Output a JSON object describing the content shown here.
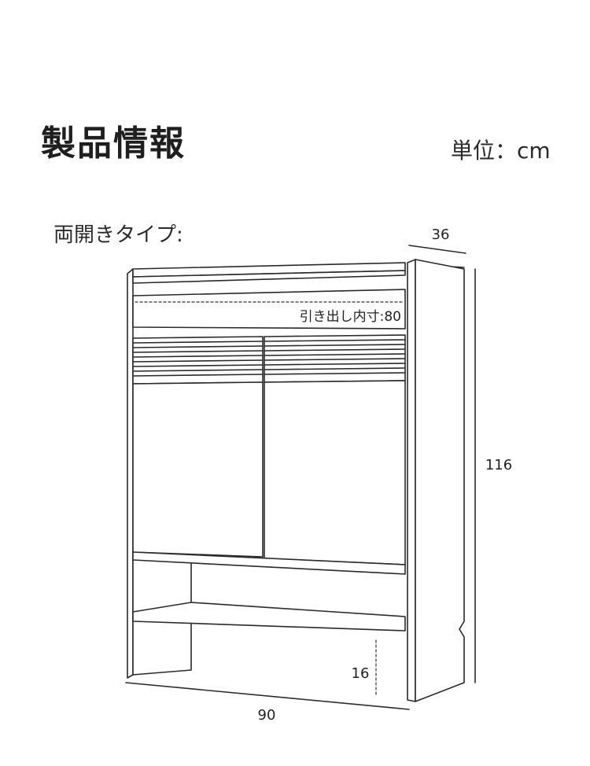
{
  "header": {
    "title": "製品情報",
    "unit": "単位：cm"
  },
  "figure": {
    "label": "両開きタイプ:",
    "drawer_note": "引き出し内寸:80",
    "dimensions": {
      "width": "90",
      "depth": "36",
      "height": "116",
      "floor_clearance": "16"
    }
  },
  "colors": {
    "line": "#2a2a2a",
    "dash": "#333333",
    "background": "#ffffff"
  }
}
